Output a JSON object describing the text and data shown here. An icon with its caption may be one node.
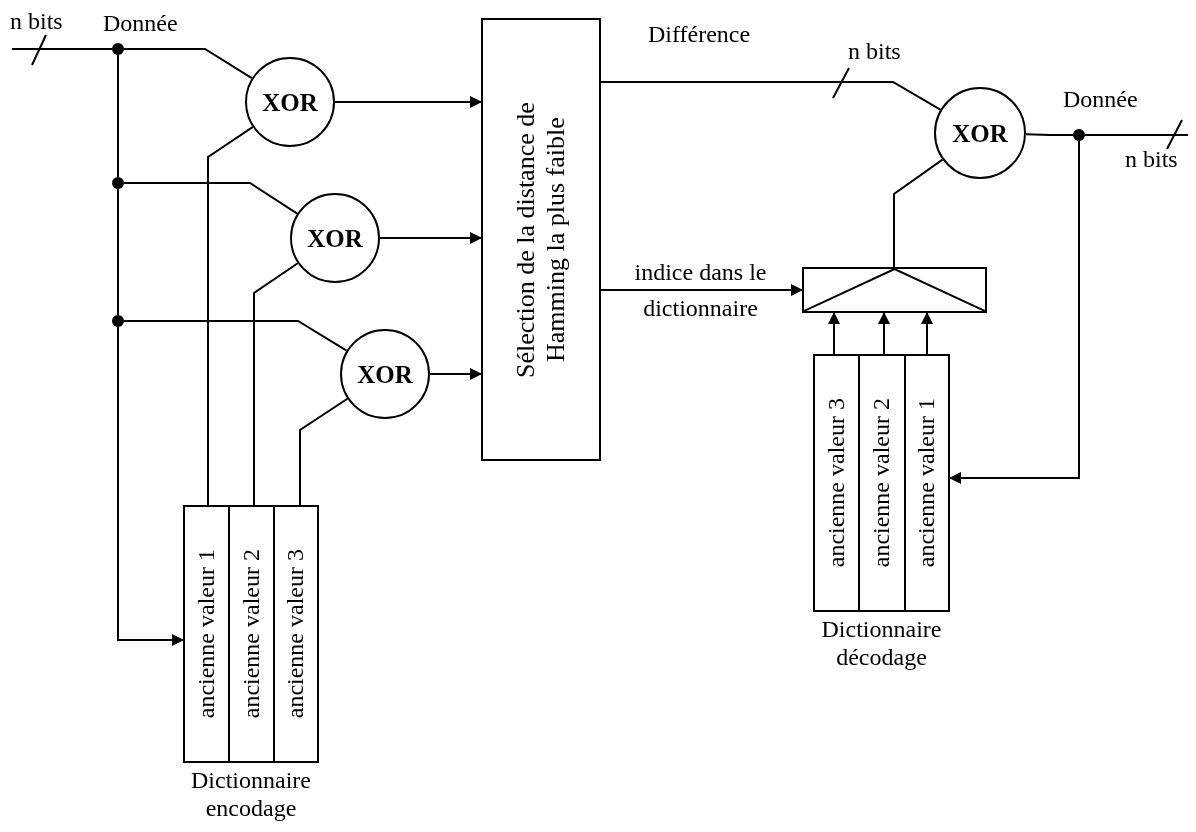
{
  "diagram": {
    "nodes": [
      {
        "text": [],
        "shape": "circle",
        "beside": [
          "Donnée"
        ]
      },
      {
        "text": [],
        "shape": "circle"
      },
      {
        "text": [],
        "shape": "circle"
      },
      {
        "text": [
          "XOR"
        ]
      },
      {
        "text": [
          "XOR"
        ]
      },
      {
        "text": [
          "XOR"
        ]
      },
      {
        "text": [
          "Sélection de la distance de Hamming la plus faible"
        ]
      },
      {
        "text": [],
        "shape": "box"
      },
      {
        "text": [
          "XOR"
        ]
      },
      {
        "text": [],
        "shape": "circle",
        "beside": [
          "Donnée"
        ]
      },
      {
        "text": [
          "Dictionnaire encodage"
        ]
      },
      {
        "text": [
          "ancienne valeur 1"
        ],
        "in": 10
      },
      {
        "text": [
          "ancienne valeur 2"
        ],
        "in": 10
      },
      {
        "text": [
          "ancienne valeur 3"
        ],
        "in": 10
      },
      {
        "text": [
          "Dictionnaire décodage"
        ]
      },
      {
        "text": [
          "ancienne valeur 3"
        ],
        "in": 14
      },
      {
        "text": [
          "ancienne valeur 2"
        ],
        "in": 14
      },
      {
        "text": [
          "ancienne valeur 1"
        ],
        "in": 14
      }
    ],
    "edges": [
      {
        "from": null,
        "to": 0,
        "arrow": "none"
      },
      {
        "from": 0,
        "to": 3,
        "arrow": "none"
      },
      {
        "from": 0,
        "to": 1,
        "arrow": "none"
      },
      {
        "from": 1,
        "to": 2,
        "arrow": "none"
      },
      {
        "from": 1,
        "to": 4,
        "arrow": "none"
      },
      {
        "from": 2,
        "to": 5,
        "arrow": "none"
      },
      {
        "from": 2,
        "to": 10,
        "arrow": "to"
      },
      {
        "from": 11,
        "to": 3,
        "arrow": "none"
      },
      {
        "from": 12,
        "to": 4,
        "arrow": "none"
      },
      {
        "from": 13,
        "to": 5,
        "arrow": "none"
      },
      {
        "from": 3,
        "to": 6,
        "arrow": "to"
      },
      {
        "from": 4,
        "to": 6,
        "arrow": "to"
      },
      {
        "from": 5,
        "to": 6,
        "arrow": "to"
      },
      {
        "from": 6,
        "to": 8,
        "arrow": "none",
        "label": "Différence"
      },
      {
        "from": 6,
        "to": 7,
        "arrow": "to",
        "label": "indice dans le dictionnaire"
      },
      {
        "from": 7,
        "to": 8,
        "arrow": "none"
      },
      {
        "from": 15,
        "to": 7,
        "arrow": "to"
      },
      {
        "from": 16,
        "to": 7,
        "arrow": "to"
      },
      {
        "from": 17,
        "to": 7,
        "arrow": "to"
      },
      {
        "from": 8,
        "to": 9,
        "arrow": "none"
      },
      {
        "from": 9,
        "to": null,
        "arrow": "none"
      },
      {
        "from": 9,
        "to": 14,
        "arrow": "to"
      }
    ],
    "labels": [
      "n bits",
      "n bits",
      "n bits"
    ]
  }
}
